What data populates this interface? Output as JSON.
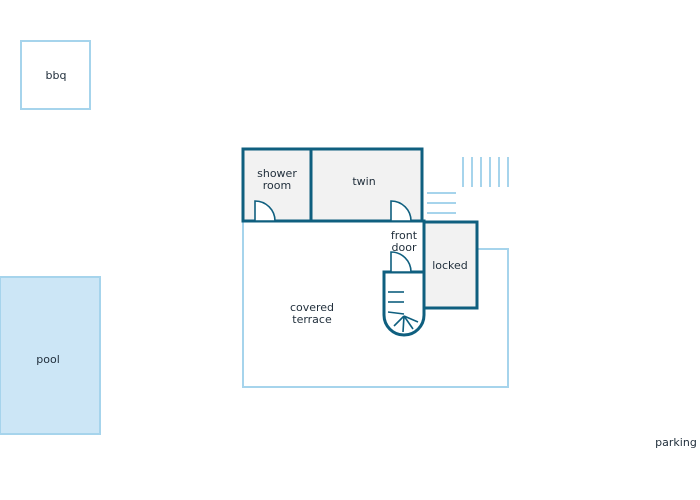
{
  "colors": {
    "wall": "#0f5f7f",
    "outline_light": "#a6d4ec",
    "room_fill": "#f2f2f2",
    "pool_fill": "#cce6f6",
    "text": "#1f2d3a"
  },
  "labels": {
    "bbq": "bbq",
    "pool": "pool",
    "shower_room_line1": "shower",
    "shower_room_line2": "room",
    "twin": "twin",
    "front_door_line1": "front",
    "front_door_line2": "door",
    "locked": "locked",
    "covered_terrace_line1": "covered",
    "covered_terrace_line2": "terrace",
    "parking": "parking"
  },
  "icons": {
    "stairs": "spiral-staircase-icon",
    "door": "door-swing-icon",
    "steps": "outdoor-steps-icon"
  }
}
